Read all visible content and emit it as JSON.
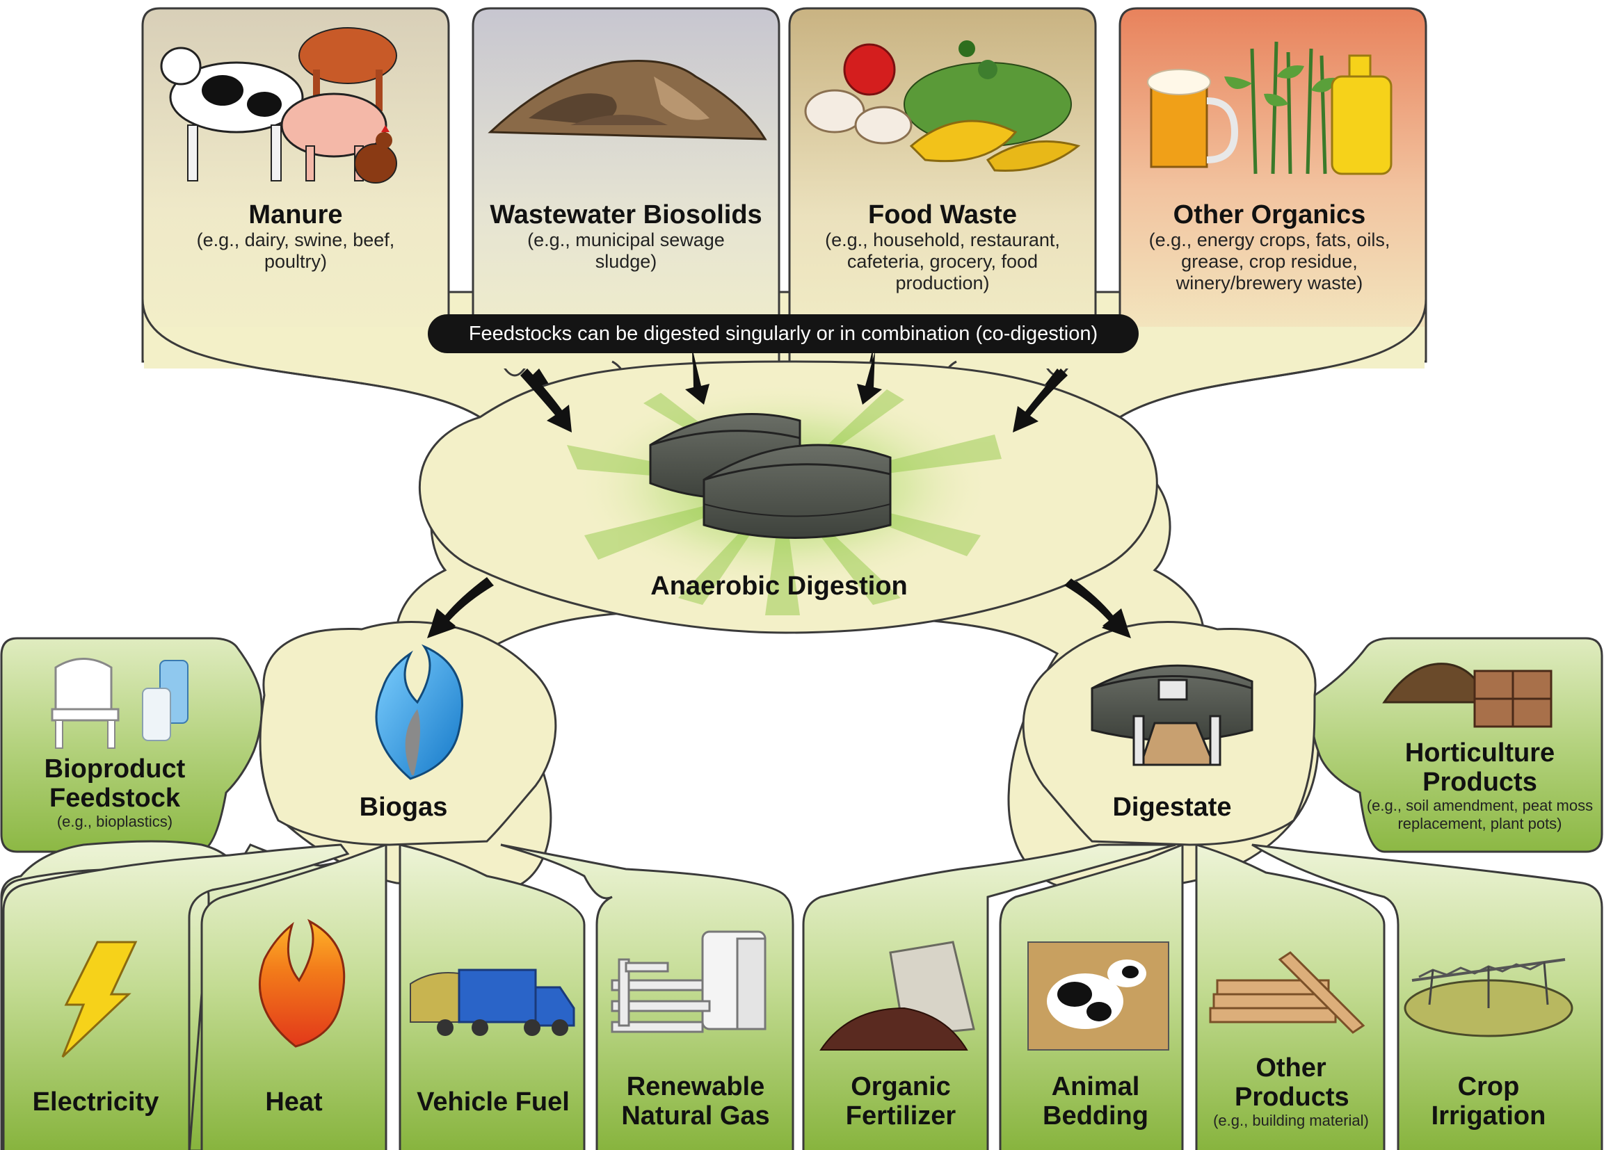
{
  "feedstocks": [
    {
      "title": "Manure",
      "desc": "(e.g., dairy, swine, beef, poultry)"
    },
    {
      "title": "Wastewater Biosolids",
      "desc": "(e.g., municipal sewage sludge)"
    },
    {
      "title": "Food Waste",
      "desc": "(e.g., household, restaurant, cafeteria, grocery, food production)"
    },
    {
      "title": "Other Organics",
      "desc": "(e.g., energy crops, fats, oils, grease, crop residue, winery/brewery waste)"
    }
  ],
  "banner": "Feedstocks can be digested singularly or in combination (co-digestion)",
  "center": {
    "label": "Anaerobic Digestion"
  },
  "biogas": {
    "label": "Biogas",
    "side": {
      "title": "Bioproduct Feedstock",
      "desc": "(e.g., bioplastics)"
    },
    "outputs": [
      "Electricity",
      "Heat",
      "Vehicle Fuel",
      "Renewable Natural Gas"
    ]
  },
  "digestate": {
    "label": "Digestate",
    "side": {
      "title": "Horticulture Products",
      "desc": "(e.g., soil amendment, peat moss replacement, plant pots)"
    },
    "outputs": [
      {
        "title": "Organic Fertilizer",
        "desc": ""
      },
      {
        "title": "Animal Bedding",
        "desc": ""
      },
      {
        "title": "Other Products",
        "desc": "(e.g., building material)"
      },
      {
        "title": "Crop Irrigation",
        "desc": ""
      }
    ]
  },
  "icons": [
    "cow-icon",
    "sludge-pile-icon",
    "food-scraps-icon",
    "beer-crops-oil-icon",
    "digester-icon",
    "flame-icon",
    "chair-bottle-icon",
    "soil-pots-icon",
    "lightning-icon",
    "truck-icon",
    "pipes-tank-icon",
    "fertilizer-bag-icon",
    "calf-icon",
    "lumber-icon",
    "irrigation-icon"
  ],
  "colors": {
    "cream": "#f3f0c8",
    "green_top": "#eef4d8",
    "green_bottom": "#86b33c",
    "outline": "#3a3a3a",
    "flame_blue": "#2a9fe0",
    "flame_orange": "#f07a1a",
    "banner": "#141414"
  }
}
